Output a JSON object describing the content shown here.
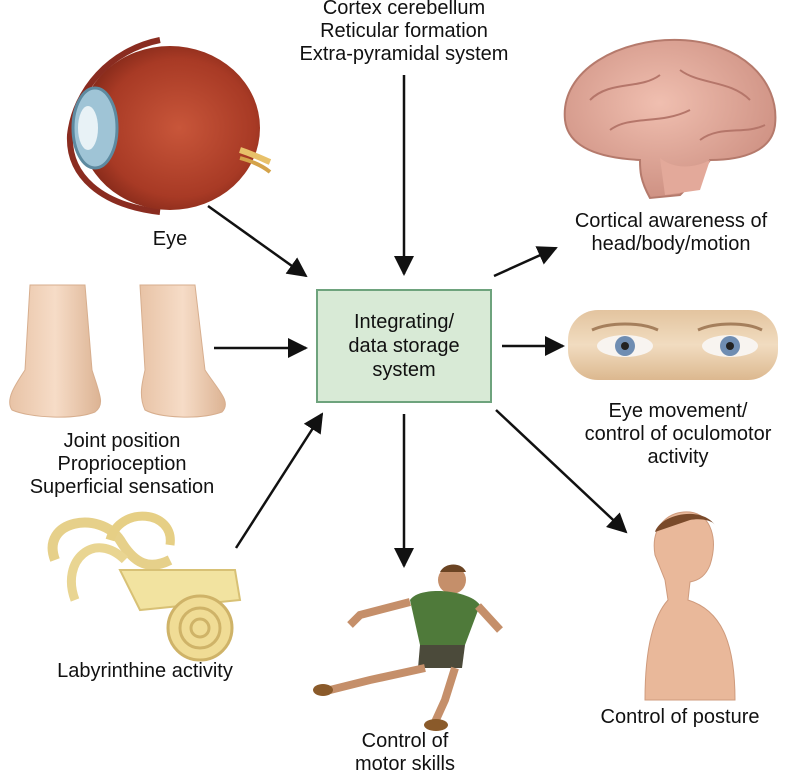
{
  "top_label": [
    "Cortex cerebellum",
    "Reticular formation",
    "Extra-pyramidal system"
  ],
  "center_box": [
    "Integrating/",
    "data storage",
    "system"
  ],
  "inputs": {
    "eye": [
      "Eye"
    ],
    "joint": [
      "Joint position",
      "Proprioception",
      "Superficial sensation"
    ],
    "labyrinth": [
      "Labyrinthine activity"
    ]
  },
  "outputs": {
    "cortical": [
      "Cortical awareness of",
      "head/body/motion"
    ],
    "eye_movement": [
      "Eye movement/",
      "control of oculomotor",
      "activity"
    ],
    "motor": [
      "Control of",
      "motor skills"
    ],
    "posture": [
      "Control of posture"
    ]
  },
  "colors": {
    "box_fill": "#d8ead6",
    "box_border": "#6ea37d",
    "arrow": "#111111"
  }
}
